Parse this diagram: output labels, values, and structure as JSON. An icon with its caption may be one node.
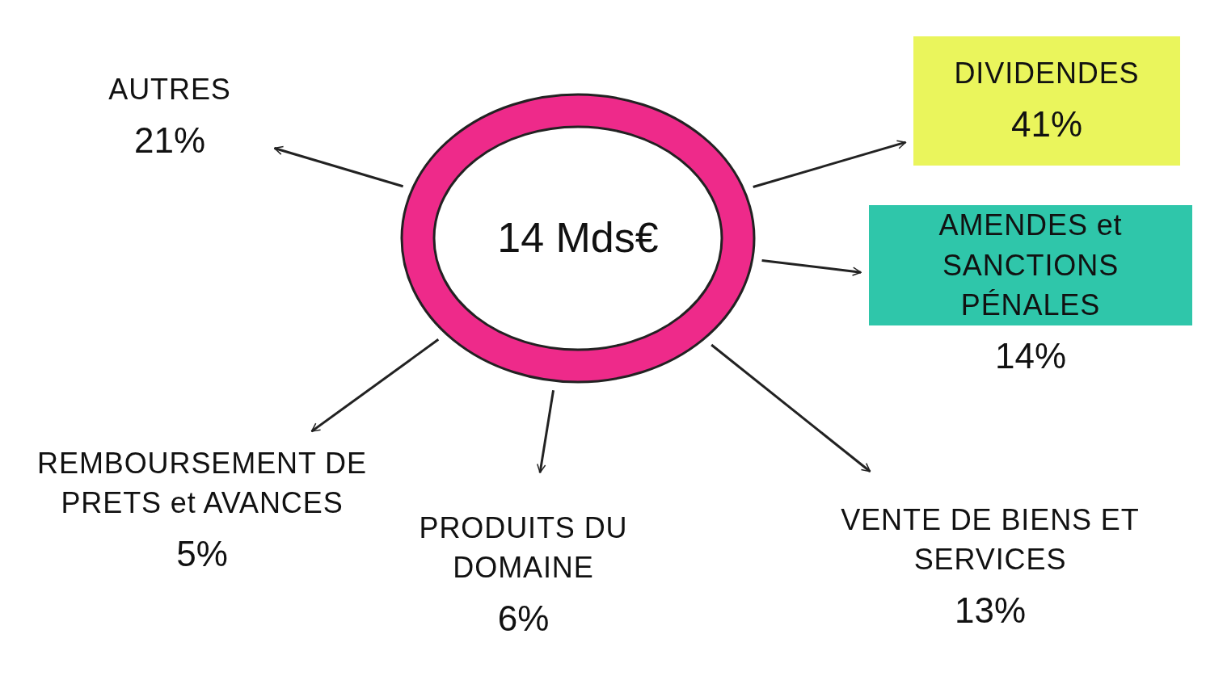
{
  "diagram": {
    "nodes": [
      {
        "text": [
          "14 Mds€"
        ]
      },
      {
        "text": [
          "AUTRES",
          "21%"
        ]
      },
      {
        "text": [
          "DIVIDENDES",
          "41%"
        ]
      },
      {
        "text": [
          "AMENDES et SANCTIONS PÉNALES",
          "14%"
        ]
      },
      {
        "text": [
          "REMBOURSEMENT DE PRETS et AVANCES",
          "5%"
        ]
      },
      {
        "text": [
          "PRODUITS DU DOMAINE",
          "6%"
        ]
      },
      {
        "text": [
          "VENTE DE BIENS ET SERVICES",
          "13%"
        ]
      }
    ],
    "edges": [
      {
        "from": 0,
        "to": 1,
        "arrow": "to"
      },
      {
        "from": 0,
        "to": 2,
        "arrow": "to"
      },
      {
        "from": 0,
        "to": 3,
        "arrow": "to"
      },
      {
        "from": 0,
        "to": 4,
        "arrow": "to"
      },
      {
        "from": 0,
        "to": 5,
        "arrow": "to"
      },
      {
        "from": 0,
        "to": 6,
        "arrow": "to"
      }
    ]
  }
}
